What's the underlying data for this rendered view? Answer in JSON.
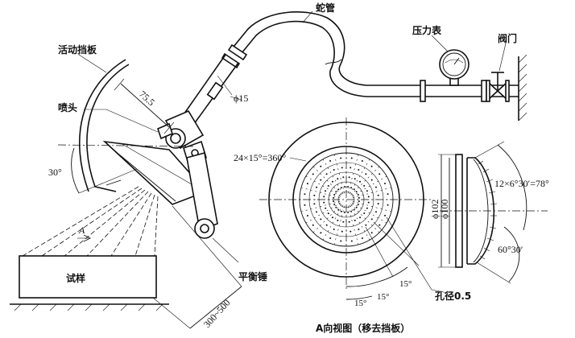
{
  "labels": {
    "coil_pipe": "蛇管",
    "pressure_gauge": "压力表",
    "valve": "阀门",
    "movable_baffle": "活动挡板",
    "nozzle": "喷头",
    "specimen": "试样",
    "balance_weight": "平衡锤",
    "view_caption": "A向视图（移去挡板）",
    "hole_diameter": "孔径0.5",
    "view_letter": "A"
  },
  "dimensions": {
    "length_75_5": "75.5",
    "dia_15": "ϕ15",
    "angle_30": "30°",
    "distance": "300~500",
    "holes_formula": "24×15°=360°",
    "dia_102": "ϕ102",
    "dia_100": "ϕ100",
    "side_formula": "12×6°30′=78°",
    "side_angle": "60°30′",
    "deg15_a": "15°",
    "deg15_b": "15°",
    "deg15_c": "15°"
  }
}
